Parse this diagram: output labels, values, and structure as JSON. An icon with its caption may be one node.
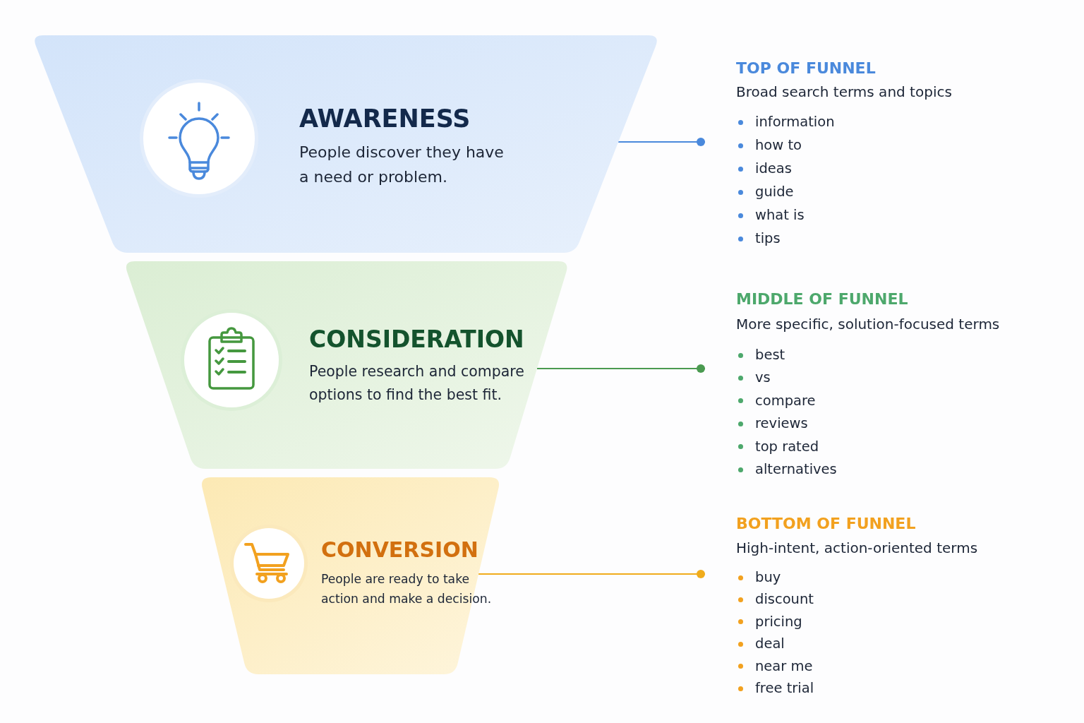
{
  "diagram": {
    "nodes": [
      {
        "text": [
          "AWARENESS",
          "People discover they have a need or problem."
        ]
      },
      {
        "text": [
          "TOP OF FUNNEL",
          "Broad search terms and topics",
          "information",
          "how to",
          "ideas",
          "guide",
          "what is",
          "tips"
        ]
      },
      {
        "text": [
          "CONSIDERATION",
          "People research and compare options to find the best fit."
        ]
      },
      {
        "text": [
          "MIDDLE OF FUNNEL",
          "More specific, solution-focused terms",
          "best",
          "vs",
          "compare",
          "reviews",
          "top rated",
          "alternatives"
        ]
      },
      {
        "text": [
          "CONVERSION",
          "People are ready to take action and make a decision."
        ]
      },
      {
        "text": [
          "BOTTOM OF FUNNEL",
          "High-intent, action-oriented terms",
          "buy",
          "discount",
          "pricing",
          "deal",
          "near me",
          "free trial"
        ]
      }
    ],
    "edges": [
      {
        "from": 0,
        "to": 1,
        "arrow": "other",
        "color": "#4a89dc"
      },
      {
        "from": 2,
        "to": 3,
        "arrow": "other",
        "color": "#4a9a50"
      },
      {
        "from": 4,
        "to": 5,
        "arrow": "other",
        "color": "#f0ac1c"
      }
    ]
  }
}
